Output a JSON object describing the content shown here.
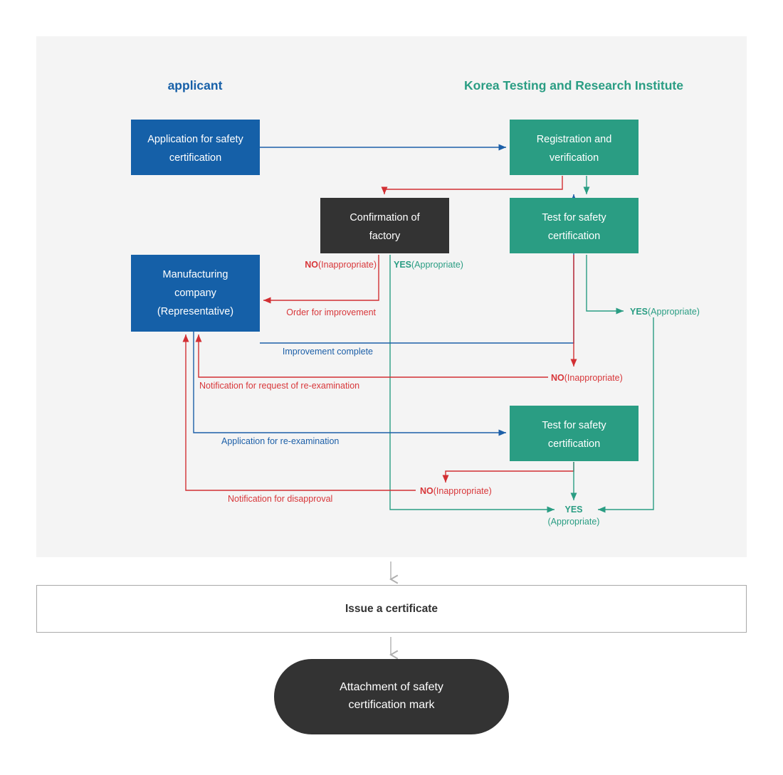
{
  "lanes": {
    "applicant": "applicant",
    "institute": "Korea Testing and Research Institute"
  },
  "nodes": {
    "application": {
      "line1": "Application for safety",
      "line2": "certification"
    },
    "registration": {
      "line1": "Registration and",
      "line2": "verification"
    },
    "confirmation": {
      "line1": "Confirmation of",
      "line2": "factory"
    },
    "test1": {
      "line1": "Test for safety",
      "line2": "certification"
    },
    "manufacturer": {
      "line1": "Manufacturing",
      "line2": "company",
      "line3": "(Representative)"
    },
    "test2": {
      "line1": "Test for safety",
      "line2": "certification"
    }
  },
  "edge_labels": {
    "factory_no": {
      "bold": "NO",
      "rest": "(Inappropriate)"
    },
    "factory_yes": {
      "bold": "YES",
      "rest": "(Appropriate)"
    },
    "order_for_improvement": "Order for improvement",
    "improvement_complete": "Improvement complete",
    "test1_yes": {
      "bold": "YES",
      "rest": "(Appropriate)"
    },
    "test1_no": {
      "bold": "NO",
      "rest": "(Inappropriate)"
    },
    "notification_reexam": "Notification for request of re-examination",
    "application_reexam": "Application for re-examination",
    "test2_no": {
      "bold": "NO",
      "rest": "(Inappropriate)"
    },
    "notification_disapproval": "Notification for disapproval",
    "final_yes": {
      "bold": "YES",
      "rest": "(Appropriate)"
    }
  },
  "certificate": {
    "label": "Issue a certificate"
  },
  "final": {
    "line1": "Attachment of safety",
    "line2": "certification mark"
  },
  "colors": {
    "blue": "#1c5fa8",
    "box_blue": "#1560a8",
    "green": "#2a9d83",
    "red": "#d22f33",
    "dark": "#333333",
    "panel_bg": "#f4f4f4",
    "gray_line": "#b0b0b0"
  }
}
